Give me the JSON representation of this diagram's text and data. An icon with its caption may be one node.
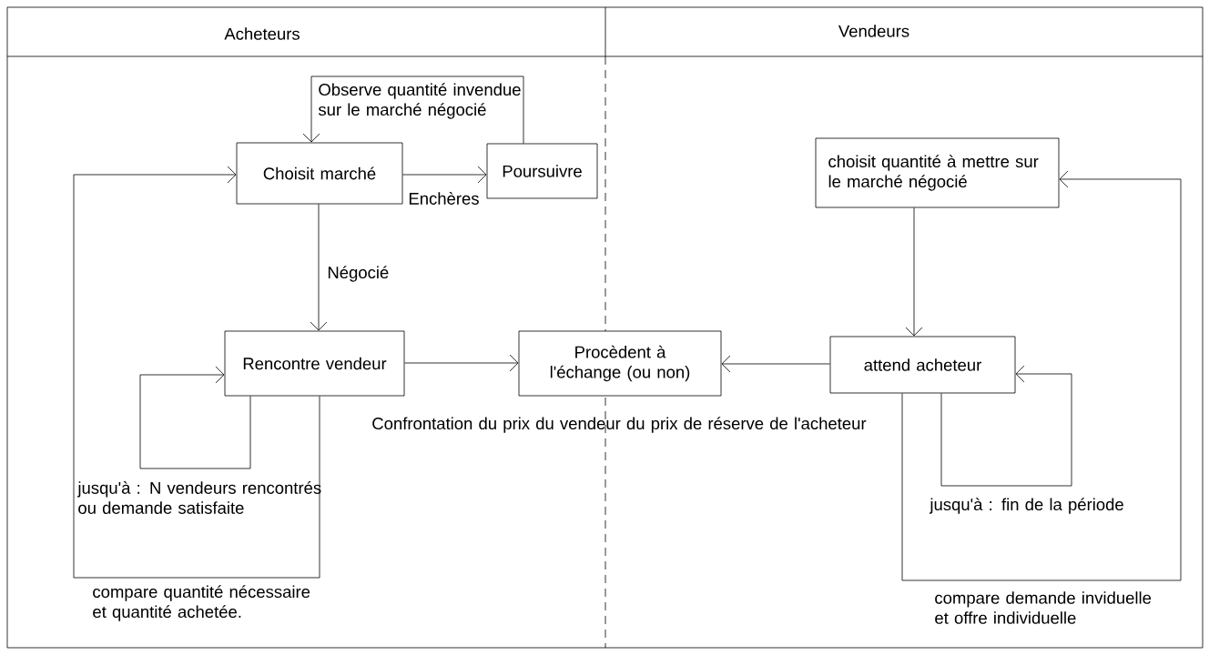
{
  "diagram": {
    "nodes": [
      {
        "text": [
          "Choisit marché"
        ]
      },
      {
        "text": [
          "Poursuivre"
        ]
      },
      {
        "text": [
          "Rencontre vendeur"
        ]
      },
      {
        "text": [
          "Procèdent à l'échange (ou non)"
        ]
      },
      {
        "text": [
          "choisit quantité à mettre sur le marché négocié"
        ]
      },
      {
        "text": [
          "attend acheteur"
        ]
      }
    ],
    "edges": [
      {
        "from": 0,
        "to": 1,
        "arrow": "to",
        "label": "Enchères"
      },
      {
        "from": 1,
        "to": 0,
        "arrow": "to",
        "label": "Observe quantité invendue sur le marché négocié"
      },
      {
        "from": 0,
        "to": 2,
        "arrow": "to",
        "label": "Négocié"
      },
      {
        "from": 2,
        "to": 2,
        "arrow": "to",
        "label": "jusqu'à : N vendeurs rencontrés ou demande satisfaite"
      },
      {
        "from": 2,
        "to": 0,
        "arrow": "to",
        "label": "compare quantité nécessaire et quantité achetée."
      },
      {
        "from": 2,
        "to": 3,
        "arrow": "to"
      },
      {
        "from": 5,
        "to": 3,
        "arrow": "to"
      },
      {
        "from": 4,
        "to": 5,
        "arrow": "to"
      },
      {
        "from": 5,
        "to": 5,
        "arrow": "to",
        "label": "jusqu'à : fin de la période"
      },
      {
        "from": 5,
        "to": 4,
        "arrow": "to",
        "label": "compare demande inviduelle et offre individuelle"
      }
    ],
    "labels": [
      "Acheteurs",
      "Vendeurs",
      "Confrontation du prix du vendeur du prix de réserve de l'acheteur"
    ]
  }
}
